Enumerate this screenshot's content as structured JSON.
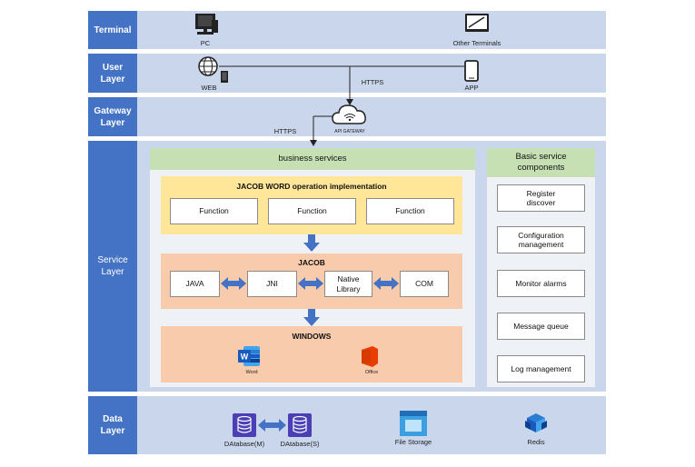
{
  "layers": {
    "terminal": "Terminal",
    "user": "User\nLayer",
    "gateway": "Gateway\nLayer",
    "service": "Service\nLayer",
    "data": "Data\nLayer"
  },
  "terminal": {
    "pc": "PC",
    "other": "Other Terminals"
  },
  "user": {
    "web": "WEB",
    "app": "APP",
    "https": "HTTPS"
  },
  "gateway": {
    "https": "HTTPS",
    "api_gateway": "API GATEWAY"
  },
  "business": {
    "title": "business services",
    "jacob_word": {
      "title": "JACOB WORD operation implementation",
      "functions": [
        "Function",
        "Function",
        "Function"
      ]
    },
    "jacob": {
      "title": "JACOB",
      "items": [
        "JAVA",
        "JNI",
        "Native\nLibrary",
        "COM"
      ]
    },
    "windows": {
      "title": "WINDOWS",
      "word": "Word",
      "office": "Office"
    }
  },
  "basic": {
    "title": "Basic service\ncomponents",
    "items": [
      "Register\ndiscover",
      "Configuration\nmanagement",
      "Monitor alarms",
      "Message queue",
      "Log management"
    ]
  },
  "data": {
    "db_master": "DAtabase(M)",
    "db_slave": "DAtabase(S)",
    "file_storage": "File Storage",
    "redis": "Redis"
  },
  "colors": {
    "layer_label": "#4472c4",
    "band": "#c9d6ec",
    "business_header": "#c6e0b4",
    "yellow_panel": "#ffe699",
    "orange_panel": "#f8cbad",
    "arrow": "#4472c4"
  }
}
